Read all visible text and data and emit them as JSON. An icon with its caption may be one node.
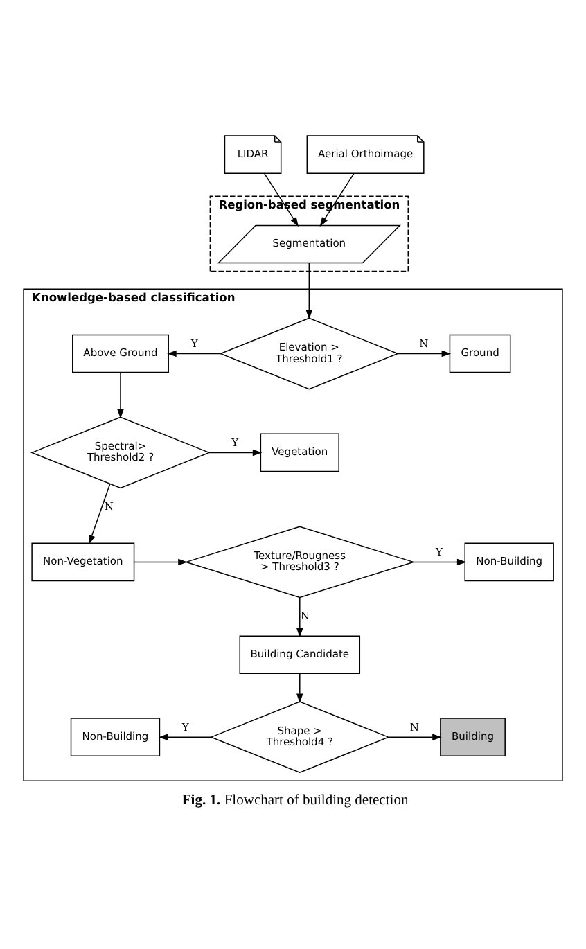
{
  "diagram": {
    "caption": "**Fig. 1.** Flowchart of building detection",
    "nodes": [
      {
        "text": [
          "LIDAR"
        ]
      },
      {
        "text": [
          "Aerial Orthoimage"
        ]
      },
      {
        "text": [
          "Region-based segmentation"
        ]
      },
      {
        "text": [
          "Segmentation"
        ],
        "in": 2
      },
      {
        "text": [
          "Knowledge-based classification"
        ]
      },
      {
        "text": [
          "Elevation > Threshold1 ?"
        ],
        "in": 4
      },
      {
        "text": [
          "Above Ground"
        ],
        "in": 4
      },
      {
        "text": [
          "Ground"
        ],
        "in": 4
      },
      {
        "text": [
          "Spectral> Threshold2 ?"
        ],
        "in": 4
      },
      {
        "text": [
          "Vegetation"
        ],
        "in": 4
      },
      {
        "text": [
          "Non-Vegetation"
        ],
        "in": 4
      },
      {
        "text": [
          "Texture/Rougness > Threshold3 ?"
        ],
        "in": 4
      },
      {
        "text": [
          "Non-Building"
        ],
        "in": 4
      },
      {
        "text": [
          "Building Candidate"
        ],
        "in": 4
      },
      {
        "text": [
          "Shape > Threshold4 ?"
        ],
        "in": 4
      },
      {
        "text": [
          "Non-Building"
        ],
        "in": 4
      },
      {
        "text": [
          "Building"
        ],
        "in": 4
      }
    ],
    "edges": [
      {
        "from": 0,
        "to": 3,
        "arrow": "to"
      },
      {
        "from": 1,
        "to": 3,
        "arrow": "to"
      },
      {
        "from": 3,
        "to": 5,
        "arrow": "to"
      },
      {
        "from": 5,
        "to": 6,
        "arrow": "to",
        "label": "Y"
      },
      {
        "from": 5,
        "to": 7,
        "arrow": "to",
        "label": "N"
      },
      {
        "from": 6,
        "to": 8,
        "arrow": "to"
      },
      {
        "from": 8,
        "to": 9,
        "arrow": "to",
        "label": "Y"
      },
      {
        "from": 8,
        "to": 10,
        "arrow": "to",
        "label": "N"
      },
      {
        "from": 10,
        "to": 11,
        "arrow": "to"
      },
      {
        "from": 11,
        "to": 12,
        "arrow": "to",
        "label": "Y"
      },
      {
        "from": 11,
        "to": 13,
        "arrow": "to",
        "label": "N"
      },
      {
        "from": 13,
        "to": 14,
        "arrow": "to"
      },
      {
        "from": 14,
        "to": 15,
        "arrow": "to",
        "label": "Y"
      },
      {
        "from": 14,
        "to": 16,
        "arrow": "to",
        "label": "N"
      }
    ]
  }
}
